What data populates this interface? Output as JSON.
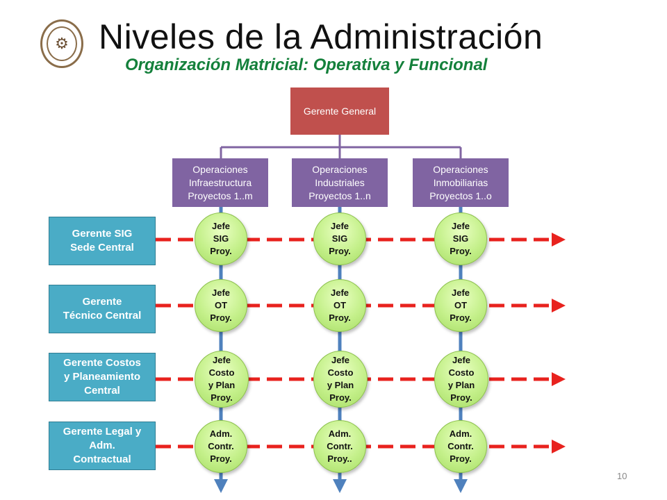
{
  "slide": {
    "title": "Niveles de la Administración",
    "subtitle": "Organización Matricial: Operativa y Funcional",
    "page_number": "10"
  },
  "top": {
    "label": "Gerente General"
  },
  "operations": [
    {
      "line1": "Operaciones",
      "line2": "Infraestructura",
      "line3": "Proyectos 1..m"
    },
    {
      "line1": "Operaciones",
      "line2": "Industriales",
      "line3": "Proyectos 1..n"
    },
    {
      "line1": "Operaciones",
      "line2": "Inmobiliarias",
      "line3": "Proyectos 1..o"
    }
  ],
  "managers": [
    {
      "line1": "Gerente SIG",
      "line2": "Sede Central",
      "line3": ""
    },
    {
      "line1": "Gerente",
      "line2": "Técnico Central",
      "line3": ""
    },
    {
      "line1": "Gerente Costos",
      "line2": "y Planeamiento",
      "line3": "Central"
    },
    {
      "line1": "Gerente Legal y",
      "line2": "Adm.",
      "line3": "Contractual"
    }
  ],
  "nodes": [
    [
      [
        "Jefe",
        "SIG",
        "Proy."
      ],
      [
        "Jefe",
        "SIG",
        "Proy."
      ],
      [
        "Jefe",
        "SIG",
        "Proy."
      ]
    ],
    [
      [
        "Jefe",
        "OT",
        "Proy."
      ],
      [
        "Jefe",
        "OT",
        "Proy."
      ],
      [
        "Jefe",
        "OT",
        "Proy."
      ]
    ],
    [
      [
        "Jefe",
        "Costo",
        "y Plan",
        "Proy."
      ],
      [
        "Jefe",
        "Costo",
        "y Plan",
        "Proy."
      ],
      [
        "Jefe",
        "Costo",
        "y Plan",
        "Proy."
      ]
    ],
    [
      [
        "Adm.",
        "Contr.",
        "Proy."
      ],
      [
        "Adm.",
        "Contr.",
        "Proy.."
      ],
      [
        "Adm.",
        "Contr.",
        "Proy."
      ]
    ]
  ],
  "colors": {
    "top_box": "#c0504d",
    "ops_box": "#8064a2",
    "manager_box": "#4aacc6",
    "dashed_arrow": "#e8221e",
    "vertical_arrow": "#4f81bd",
    "node_fill": "#c4f08a",
    "subtitle": "#14803b"
  },
  "icons": {
    "seal": "university-seal-icon"
  }
}
